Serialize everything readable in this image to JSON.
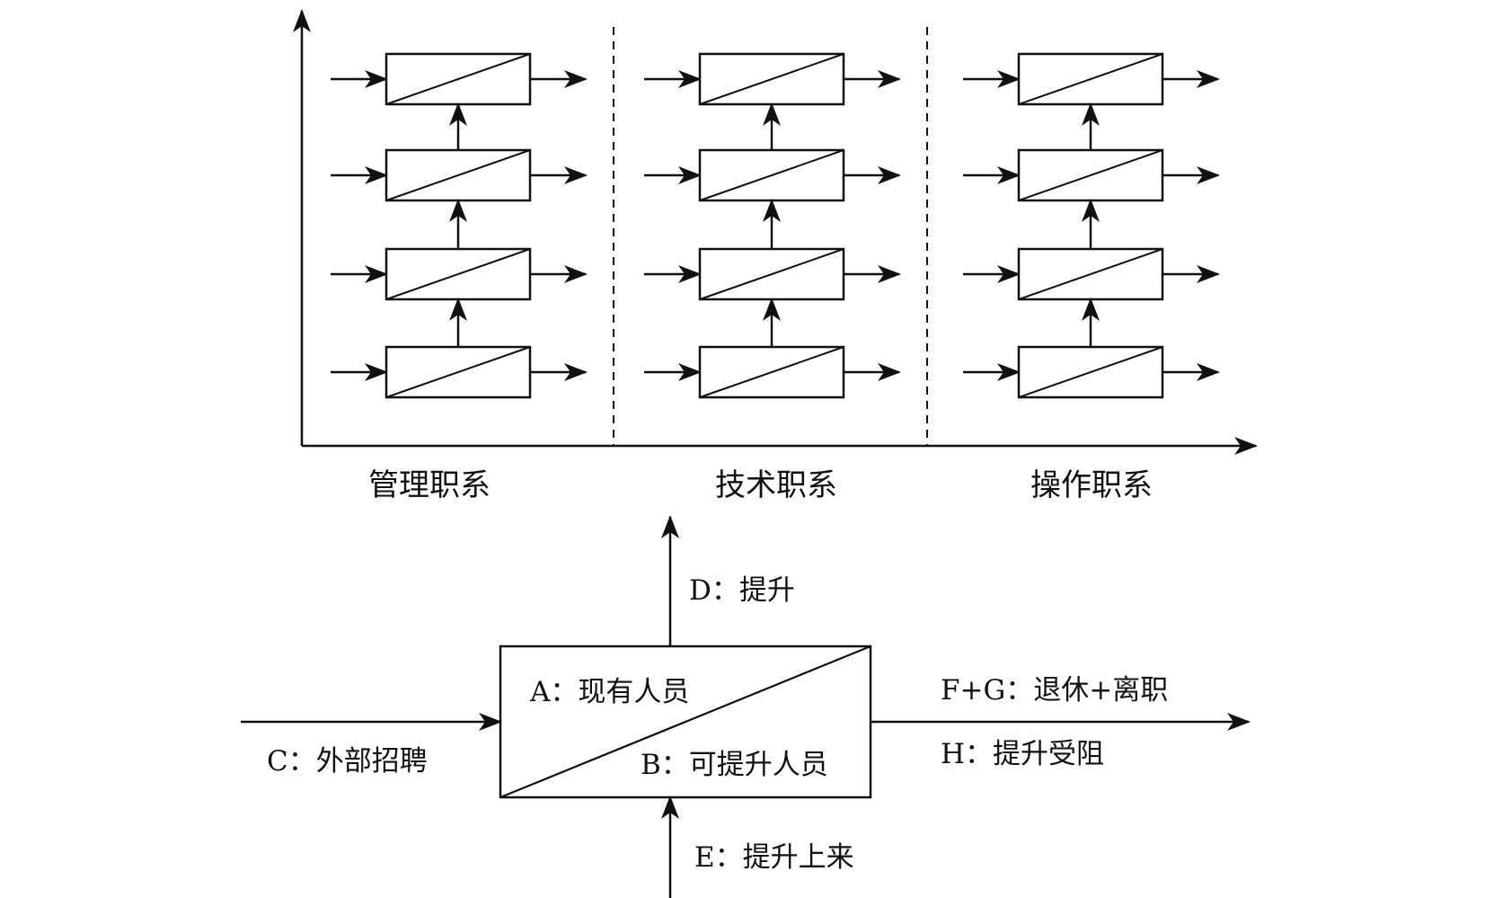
{
  "tracks": [
    {
      "label": "管理职系"
    },
    {
      "label": "技术职系"
    },
    {
      "label": "操作职系"
    }
  ],
  "levels_per_track": 4,
  "detail": {
    "promote_out": "D：提升",
    "current_staff": "A：现有人员",
    "promotable_staff": "B：可提升人员",
    "external_hire": "C：外部招聘",
    "retire_leave": "F+G：退休+离职",
    "promotion_blocked": "H：提升受阻",
    "promoted_in": "E：提升上来"
  },
  "colors": {
    "stroke": "#111111",
    "background": "#ffffff"
  }
}
